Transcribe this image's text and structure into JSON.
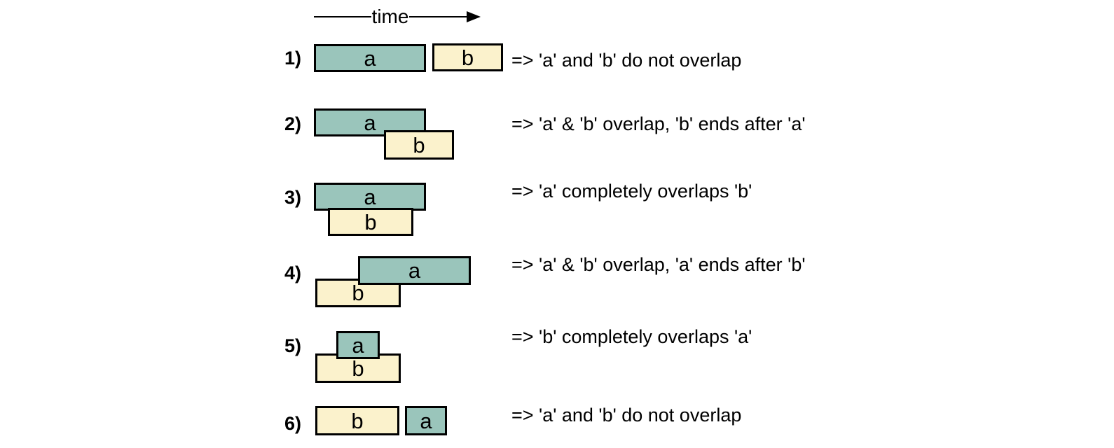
{
  "colors": {
    "a_fill": "#9ac5bb",
    "b_fill": "#fbf2cc",
    "border": "#000000",
    "background": "#ffffff"
  },
  "time_axis": {
    "label": "time"
  },
  "rows": [
    {
      "number": "1)",
      "boxes": [
        {
          "label": "a"
        },
        {
          "label": "b"
        }
      ],
      "description": "=> 'a' and 'b' do not overlap"
    },
    {
      "number": "2)",
      "boxes": [
        {
          "label": "a"
        },
        {
          "label": "b"
        }
      ],
      "description": "=> 'a' & 'b' overlap, 'b' ends after 'a'"
    },
    {
      "number": "3)",
      "boxes": [
        {
          "label": "a"
        },
        {
          "label": "b"
        }
      ],
      "description": "=> 'a' completely overlaps 'b'"
    },
    {
      "number": "4)",
      "boxes": [
        {
          "label": "a"
        },
        {
          "label": "b"
        }
      ],
      "description": "=> 'a' & 'b' overlap, 'a' ends after 'b'"
    },
    {
      "number": "5)",
      "boxes": [
        {
          "label": "a"
        },
        {
          "label": "b"
        }
      ],
      "description": "=> 'b' completely overlaps 'a'"
    },
    {
      "number": "6)",
      "boxes": [
        {
          "label": "b"
        },
        {
          "label": "a"
        }
      ],
      "description": "=> 'a' and 'b' do not overlap"
    }
  ]
}
